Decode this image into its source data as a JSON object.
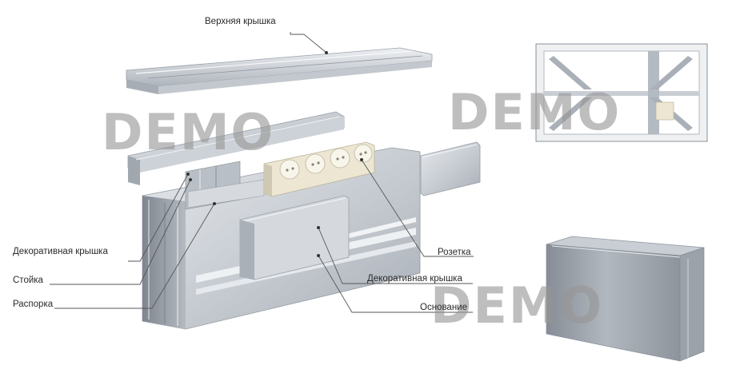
{
  "labels": {
    "top_cover": "Верхняя крышка",
    "deco_cover_left": "Декоративная крышка",
    "post": "Стойка",
    "spacer": "Распорка",
    "socket": "Розетка",
    "deco_cover_right": "Декоративная крышка",
    "base": "Основание"
  },
  "watermark": "DEMO",
  "colors": {
    "aluminium_light": "#d9dde2",
    "aluminium_mid": "#b7bdc5",
    "aluminium_dark": "#8e959e",
    "socket_body": "#ece6d2",
    "leader_line": "#555555"
  }
}
